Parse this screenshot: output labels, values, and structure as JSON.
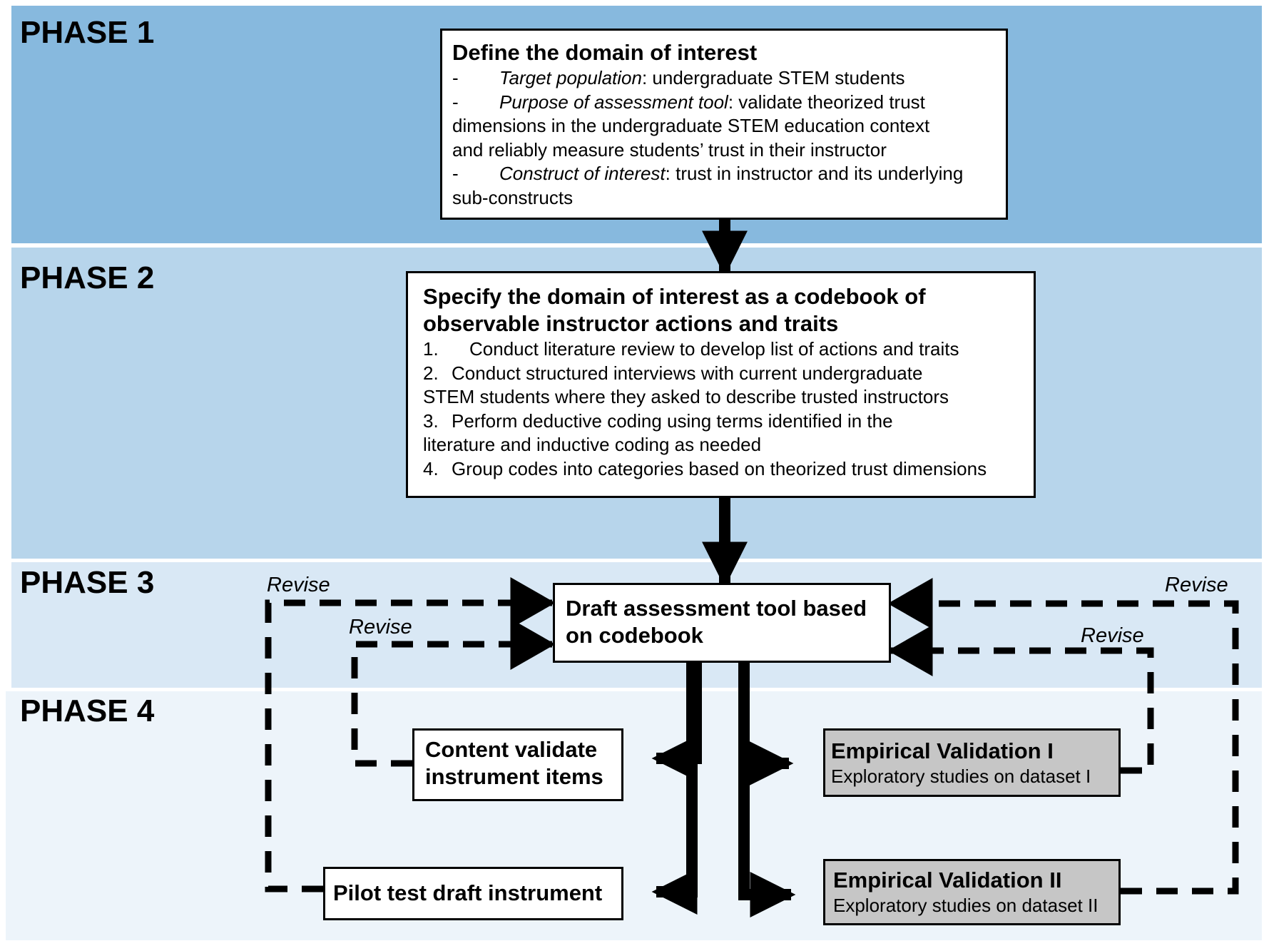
{
  "phases": [
    "PHASE 1",
    "PHASE 2",
    "PHASE 3",
    "PHASE 4"
  ],
  "box1": {
    "title": "Define the domain of interest",
    "items": [
      {
        "marker": "-",
        "term": "Target population",
        "rest": ": undergraduate STEM students",
        "cont": []
      },
      {
        "marker": "-",
        "term": "Purpose of assessment tool",
        "rest": ": validate theorized trust",
        "cont": [
          "dimensions in the undergraduate STEM education context",
          "and reliably measure students’ trust in their instructor"
        ]
      },
      {
        "marker": "-",
        "term": "Construct of interest",
        "rest": ": trust in instructor and its underlying",
        "cont": [
          "sub-constructs"
        ]
      }
    ]
  },
  "box2": {
    "title": [
      "Specify the domain of interest as a codebook of",
      "observable instructor actions and traits"
    ],
    "lines": [
      {
        "num": "1.",
        "text": "Conduct literature review to develop list of actions and traits"
      },
      {
        "num": "2.",
        "text": "Conduct structured interviews with current undergraduate"
      },
      {
        "num": "",
        "text": "STEM students where they asked to describe trusted instructors"
      },
      {
        "num": "3.",
        "text": "Perform deductive coding using terms identified in the"
      },
      {
        "num": "",
        "text": "literature and inductive coding as needed"
      },
      {
        "num": "4.",
        "text": "Group codes into categories based on theorized trust dimensions"
      }
    ]
  },
  "box3": {
    "title": [
      "Draft assessment tool based",
      "on codebook"
    ]
  },
  "content_validate": {
    "title": [
      "Content validate",
      "instrument items"
    ]
  },
  "pilot": {
    "title": "Pilot test draft instrument"
  },
  "emp1": {
    "title": "Empirical Validation I",
    "subtitle": "Exploratory studies on dataset I"
  },
  "emp2": {
    "title": "Empirical Validation II",
    "subtitle": "Exploratory studies on dataset II"
  },
  "revise_label": "Revise",
  "colors": {
    "phase1": "#87b9de",
    "phase2": "#b7d5eb",
    "phase3": "#d9e8f5",
    "phase4": "#edf4fa",
    "gray_box": "#c6c6c6"
  }
}
